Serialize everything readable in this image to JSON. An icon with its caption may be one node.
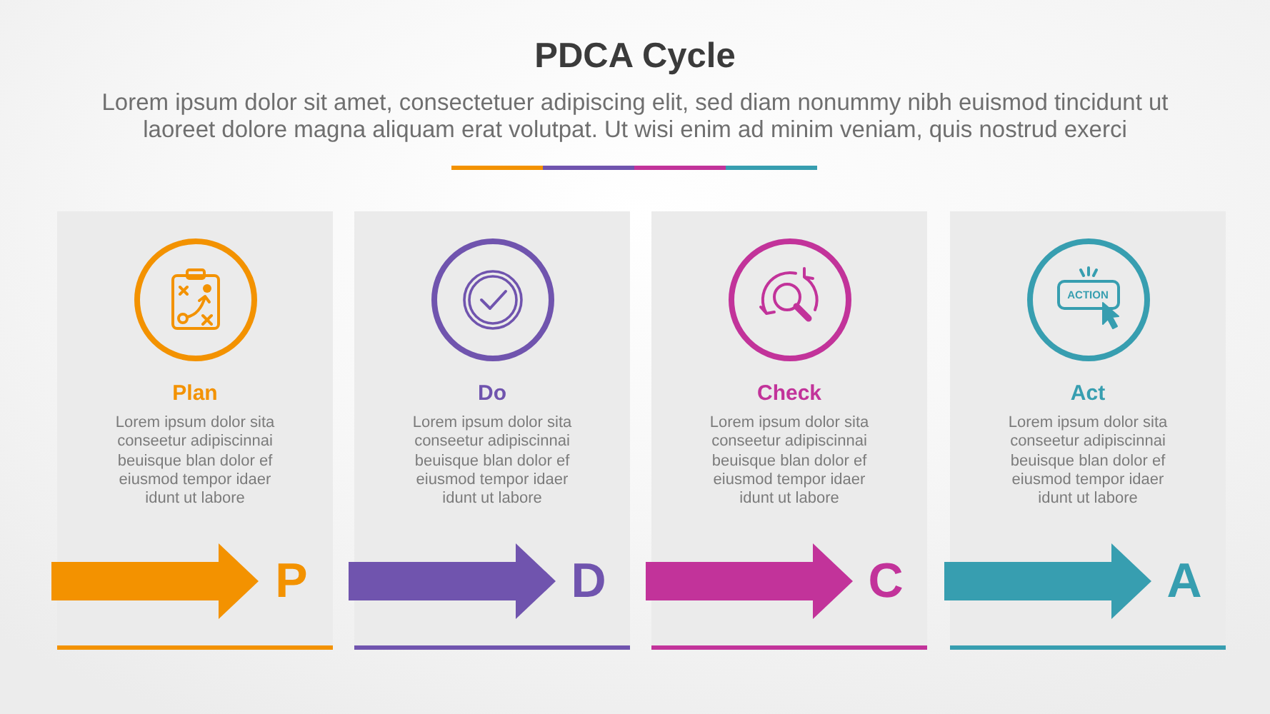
{
  "diagram": {
    "title": "PDCA Cycle",
    "nodes": [
      {
        "text": [
          "Plan",
          "Lorem ipsum dolor sita conseetur adipiscinnai beuisque blan dolor ef eiusmod tempor idaer idunt ut labore"
        ]
      },
      {
        "text": [
          "P"
        ],
        "in": 0
      },
      {
        "text": [
          "Do",
          "Lorem ipsum dolor sita conseetur adipiscinnai beuisque blan dolor ef eiusmod tempor idaer idunt ut labore"
        ]
      },
      {
        "text": [
          "D"
        ],
        "in": 2
      },
      {
        "text": [
          "Check",
          "Lorem ipsum dolor sita conseetur adipiscinnai beuisque blan dolor ef eiusmod tempor idaer idunt ut labore"
        ]
      },
      {
        "text": [
          "C"
        ],
        "in": 4
      },
      {
        "text": [
          "Act",
          "Lorem ipsum dolor sita conseetur adipiscinnai beuisque blan dolor ef eiusmod tempor idaer idunt ut labore"
        ]
      },
      {
        "text": [
          "A"
        ],
        "in": 6
      }
    ],
    "edges": [
      {
        "from": null,
        "to": 1,
        "arrow": "to",
        "color": "#f39200"
      },
      {
        "from": null,
        "to": 3,
        "arrow": "to",
        "color": "#7054ae"
      },
      {
        "from": null,
        "to": 5,
        "arrow": "to",
        "color": "#c2339a"
      },
      {
        "from": null,
        "to": 7,
        "arrow": "to",
        "color": "#379eb0"
      }
    ],
    "labels": [
      "Lorem ipsum dolor sit amet, consectetuer adipiscing elit, sed diam nonummy nibh euismod tincidunt ut laoreet dolore magna aliquam erat volutpat. Ut wisi enim ad minim veniam, quis nostrud exerci",
      "ACTION"
    ]
  }
}
